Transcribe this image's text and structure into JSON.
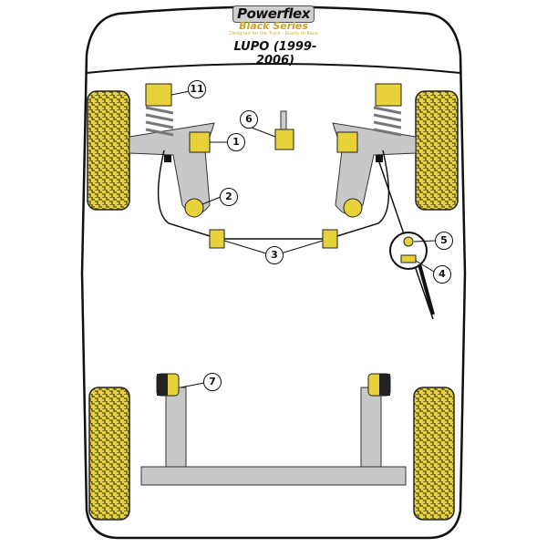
{
  "logo": {
    "brand": "Powerflex",
    "series": "Black Series",
    "tagline": "Designed for the Track - Ready to Race"
  },
  "model": "LUPO (1999-2006)",
  "callouts": [
    "11",
    "6",
    "1",
    "2",
    "3",
    "5",
    "4",
    "7"
  ],
  "colors": {
    "bushing": "#e8d23a",
    "tyre": "#e8d23a",
    "frame": "#c8c8c8",
    "outline": "#111111"
  }
}
